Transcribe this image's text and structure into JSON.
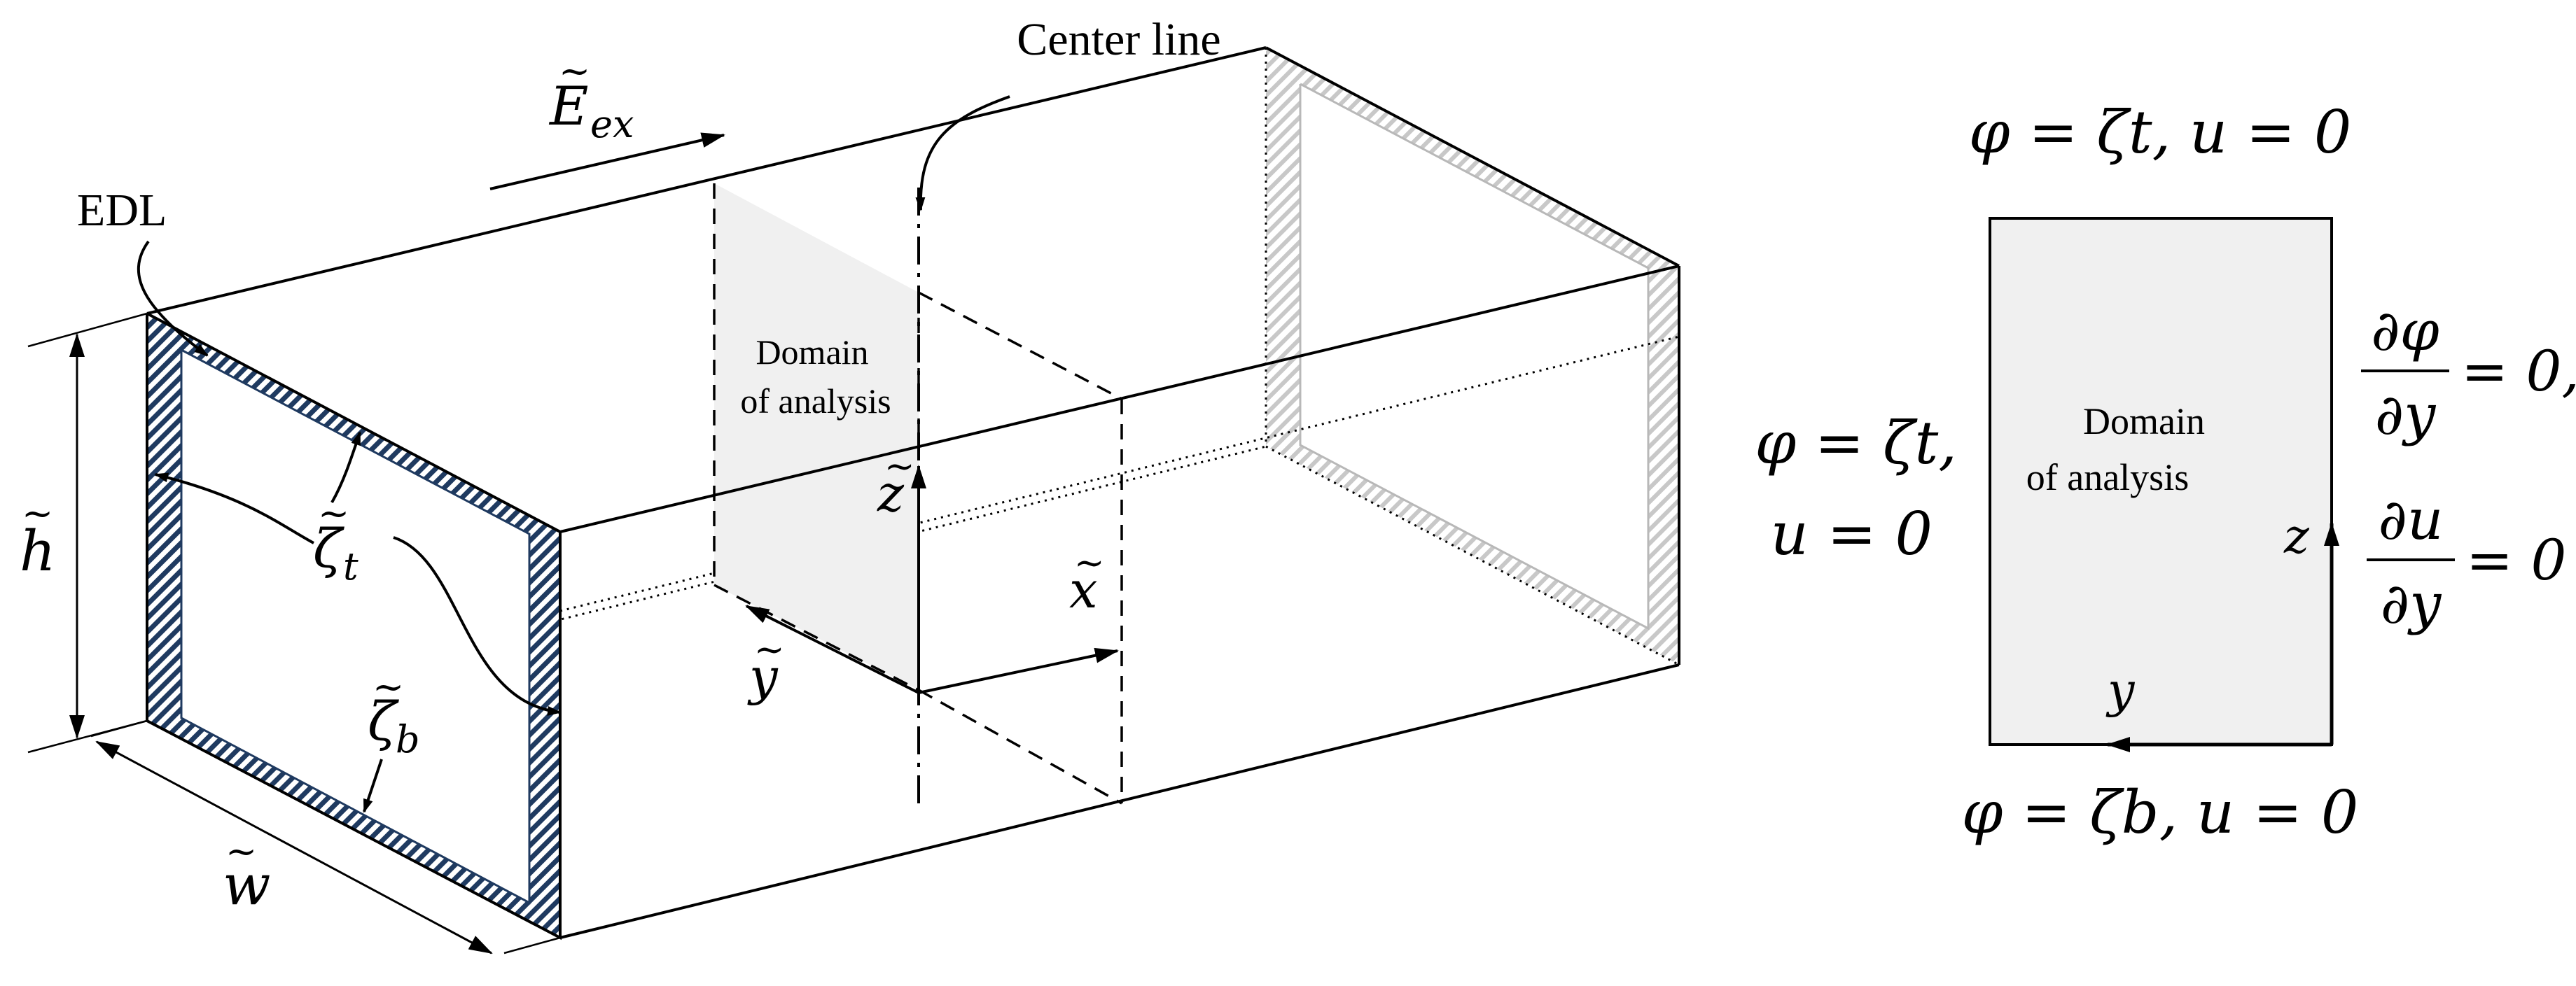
{
  "channel": {
    "edl_label": "EDL",
    "center_line_label": "Center line",
    "domain_label_line1": "Domain",
    "domain_label_line2": "of analysis",
    "field_symbol": "E",
    "field_sub": "ex",
    "h_symbol": "h",
    "w_symbol": "w",
    "zeta_t_symbol": "ζ",
    "zeta_t_sub": "t",
    "zeta_b_symbol": "ζ",
    "zeta_b_sub": "b",
    "x_axis": "x",
    "y_axis": "y",
    "z_axis": "z",
    "tilde": "~"
  },
  "domain_2d": {
    "domain_label_line1": "Domain",
    "domain_label_line2": "of analysis",
    "z_axis": "z",
    "y_axis": "y",
    "bc_top": "φ = ζt, u = 0",
    "bc_bottom": "φ = ζb, u = 0",
    "bc_left_line1": "φ = ζt,",
    "bc_left_line2": "u = 0",
    "bc_right_dphi_num": "∂φ",
    "bc_right_dphi_den": "∂y",
    "bc_right_dphi_rhs": "= 0,",
    "bc_right_du_num": "∂u",
    "bc_right_du_den": "∂y",
    "bc_right_du_rhs": "= 0"
  }
}
